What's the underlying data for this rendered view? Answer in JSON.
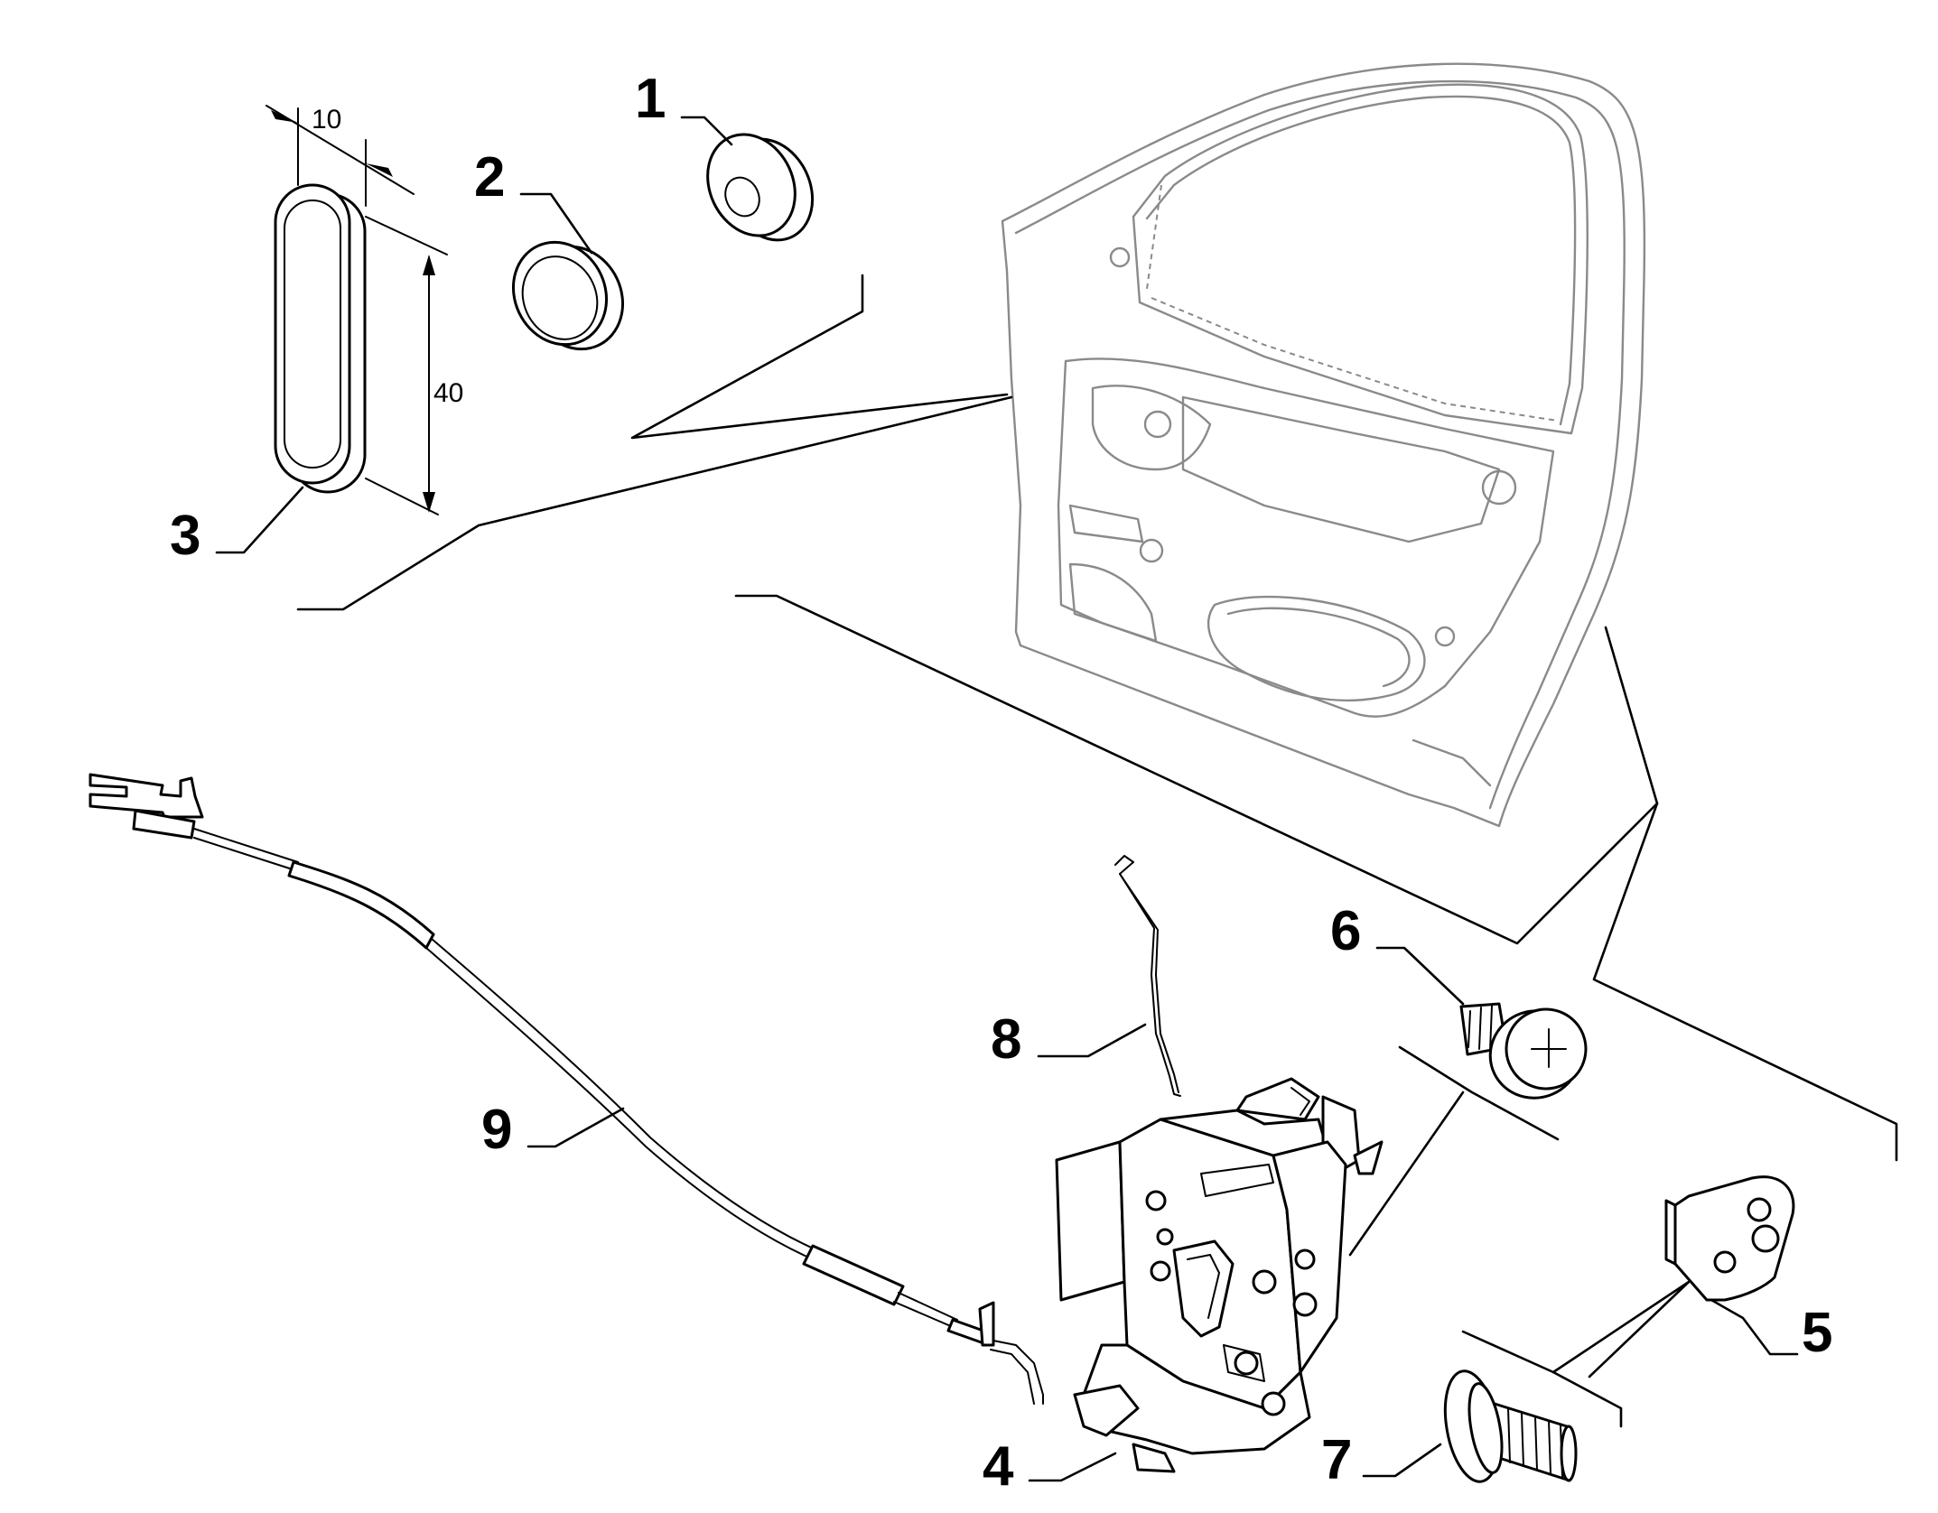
{
  "callouts": {
    "c1": "1",
    "c2": "2",
    "c3": "3",
    "c4": "4",
    "c5": "5",
    "c6": "6",
    "c7": "7",
    "c8": "8",
    "c9": "9"
  },
  "dimensions": {
    "width": "10",
    "height": "40"
  },
  "colors": {
    "line": "#000000",
    "door_outline": "#8a8a8a",
    "background": "#ffffff"
  }
}
